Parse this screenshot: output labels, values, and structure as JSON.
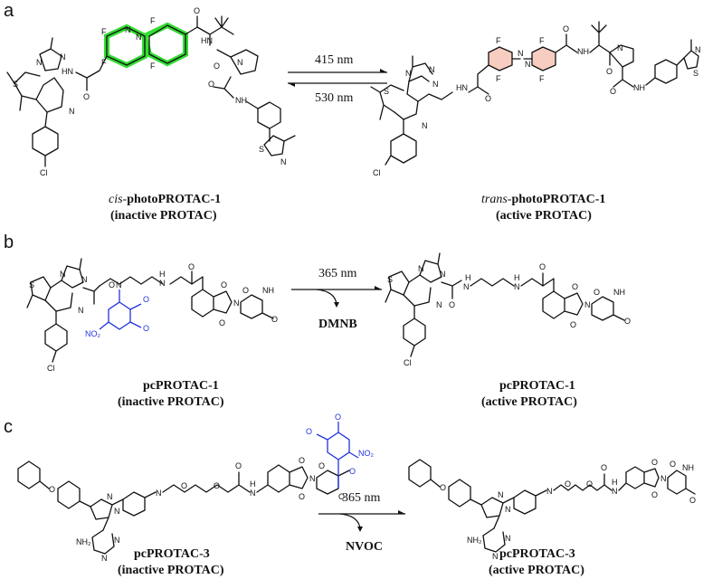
{
  "panels": {
    "a": {
      "label": "a",
      "forward_wavelength": "415 nm",
      "reverse_wavelength": "530 nm",
      "left_title_prefix": "cis-",
      "left_title_main": "photoPROTAC-1",
      "left_subtitle": "(inactive PROTAC)",
      "right_title_prefix": "trans-",
      "right_title_main": "photoPROTAC-1",
      "right_subtitle": "(active PROTAC)"
    },
    "b": {
      "label": "b",
      "wavelength": "365 nm",
      "leaving_group": "DMNB",
      "left_title": "pcPROTAC-1",
      "left_subtitle": "(inactive PROTAC)",
      "right_title": "pcPROTAC-1",
      "right_subtitle": "(active PROTAC)"
    },
    "c": {
      "label": "c",
      "wavelength": "365 nm",
      "leaving_group": "NVOC",
      "left_title": "pcPROTAC-3",
      "left_subtitle": "(inactive PROTAC)",
      "right_title": "pcPROTAC-3",
      "right_subtitle": "(active PROTAC)"
    }
  },
  "atoms": {
    "F": "F",
    "N": "N",
    "O": "O",
    "S": "S",
    "Cl": "Cl",
    "H": "H",
    "NH": "NH",
    "HN": "HN",
    "NH2": "NH₂",
    "NO2": "NO₂",
    "nn": "N=N"
  },
  "colors": {
    "azo_highlight_green": "#33dd33",
    "azo_highlight_pink": "#f4b8a6",
    "caging_group_blue": "#2233dd"
  }
}
